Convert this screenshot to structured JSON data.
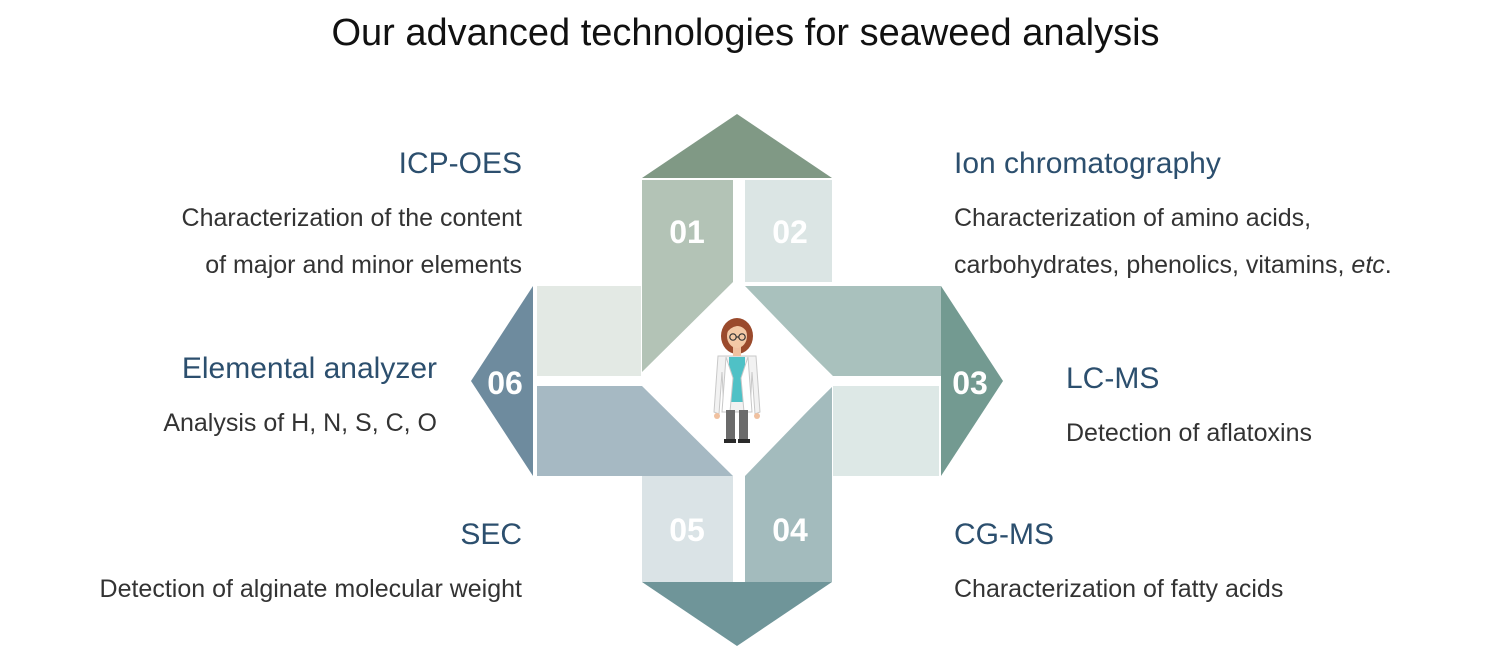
{
  "title": "Our advanced technologies for seaweed analysis",
  "colors": {
    "arrow_top": "#809985",
    "arrow_right": "#739a91",
    "arrow_bottom": "#6f9599",
    "arrow_left": "#6e8b9e",
    "tile_01": "#b3c3b6",
    "tile_02": "#dbe5e4",
    "tile_03": "#a9c1bd",
    "tile_04": "#a3bbbd",
    "tile_05": "#dae3e6",
    "tile_06": "#a6b9c3",
    "tile_tl": "#e3e9e4",
    "tile_br": "#dde8e6",
    "heading": "#2c4f6e"
  },
  "sectors": {
    "s01": {
      "number": "01",
      "heading": "ICP-OES",
      "lines": [
        "Characterization of the content",
        "of major and minor elements"
      ]
    },
    "s02": {
      "number": "02",
      "heading": "Ion chromatography",
      "line1": "Characterization of amino acids,",
      "line2_prefix": "carbohydrates, phenolics, vitamins, ",
      "line2_italic": "etc",
      "line2_suffix": "."
    },
    "s03": {
      "number": "03",
      "heading": "LC-MS",
      "lines": [
        "Detection of aflatoxins"
      ]
    },
    "s04": {
      "number": "04",
      "heading": "CG-MS",
      "lines": [
        "Characterization of fatty acids"
      ]
    },
    "s05": {
      "number": "05",
      "heading": "SEC",
      "lines": [
        "Detection of alginate molecular weight"
      ]
    },
    "s06": {
      "number": "06",
      "heading": "Elemental analyzer",
      "lines": [
        "Analysis of H, N, S, C, O"
      ]
    }
  },
  "center_icon": "scientist-icon"
}
